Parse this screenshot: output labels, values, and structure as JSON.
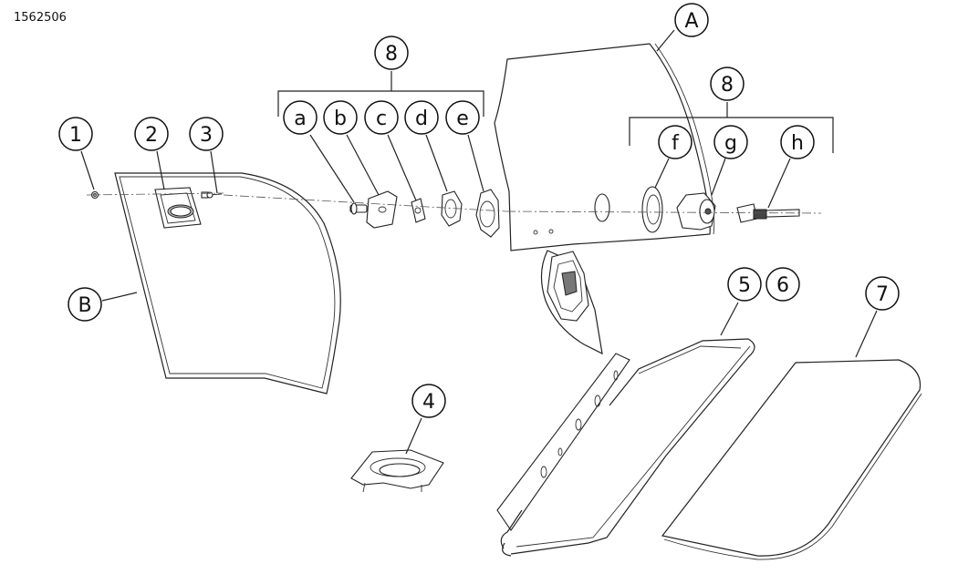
{
  "document_id": "1562506",
  "callouts": {
    "c1": "1",
    "c2": "2",
    "c3": "3",
    "c4": "4",
    "c5": "5",
    "c6": "6",
    "c7": "7",
    "c8_left": "8",
    "c8_right": "8",
    "cA": "A",
    "cB": "B",
    "ca": "a",
    "cb": "b",
    "cc": "c",
    "cd": "d",
    "ce": "e",
    "cf": "f",
    "cg": "g",
    "ch": "h"
  }
}
